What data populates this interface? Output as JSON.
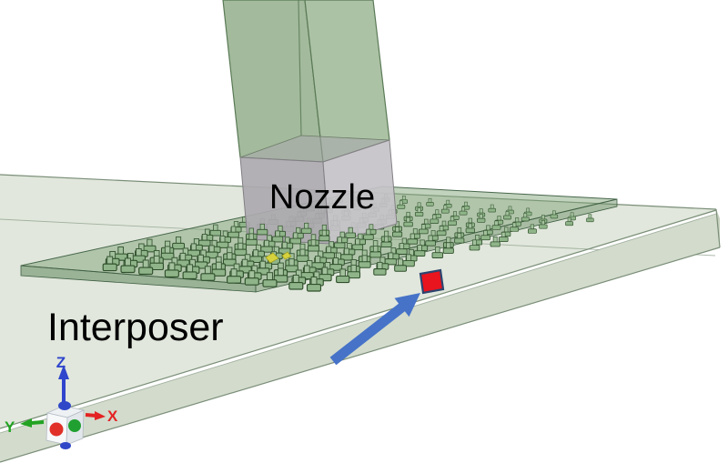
{
  "figure": {
    "kind": "3d-simulation-model-figure",
    "labels": {
      "nozzle": "Nozzle",
      "interposer": "Interposer"
    },
    "axis_triad": {
      "x_label": "X",
      "y_label": "Y",
      "z_label": "Z",
      "x_color": "#e42222",
      "y_color": "#22a322",
      "z_color": "#2f45cc"
    },
    "colors": {
      "background": "#ffffff",
      "substrate_top": "#e1e7dc",
      "substrate_front": "#d3dbcc",
      "substrate_side": "#c6d0bd",
      "plate_top": "rgba(125,160,118,0.48)",
      "plate_front_left": "rgba(96,134,92,0.55)",
      "plate_front_right": "rgba(110,146,104,0.50)",
      "bump_cap": "#8fb489",
      "bump_stem": "#a4c19e",
      "nozzle_green_left": "rgba(147,174,139,0.85)",
      "nozzle_green_right": "rgba(157,183,149,0.85)",
      "nozzle_junction": "rgba(170,167,173,0.55)",
      "nozzle_gray_left": "rgba(173,169,175,0.92)",
      "nozzle_gray_right": "rgba(197,194,200,0.92)",
      "highlight_cube_fill": "#e8141e",
      "highlight_cube_outline": "#2b4570",
      "arrow_color": "#4673c8",
      "marker_yellow": "#d6d23e"
    }
  }
}
